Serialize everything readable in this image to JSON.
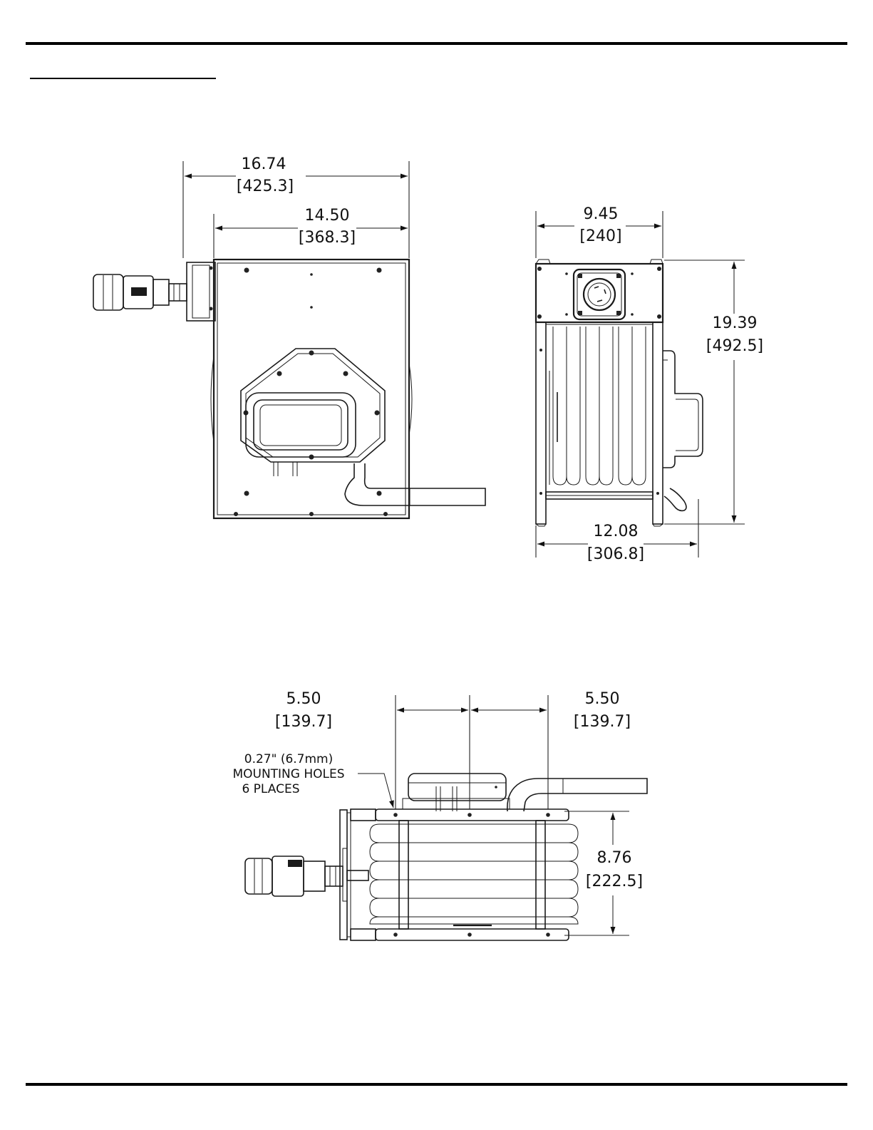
{
  "front_view": {
    "overall_width": {
      "inch": "16.74",
      "mm": "[425.3]"
    },
    "frame_width": {
      "inch": "14.50",
      "mm": "[368.3]"
    }
  },
  "side_view": {
    "top_width": {
      "inch": "9.45",
      "mm": "[240]"
    },
    "height": {
      "inch": "19.39",
      "mm": "[492.5]"
    },
    "base_width": {
      "inch": "12.08",
      "mm": "[306.8]"
    }
  },
  "bottom_view": {
    "left_spacing": {
      "inch": "5.50",
      "mm": "[139.7]"
    },
    "right_spacing": {
      "inch": "5.50",
      "mm": "[139.7]"
    },
    "depth": {
      "inch": "8.76",
      "mm": "[222.5]"
    },
    "note": {
      "line1": "0.27\" (6.7mm)",
      "line2": "MOUNTING HOLES",
      "line3": "6 PLACES"
    }
  }
}
